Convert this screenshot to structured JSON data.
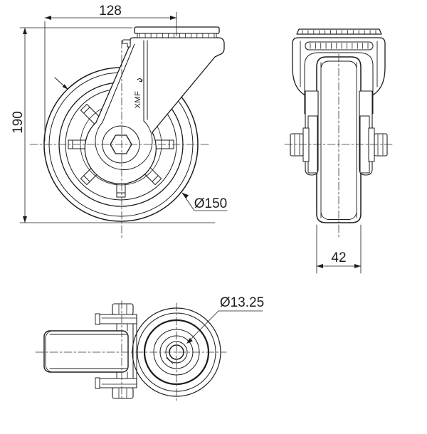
{
  "drawing": {
    "ink": "#1c1c1c",
    "background": "#ffffff",
    "logo": "XMF",
    "dimensions": {
      "top_width": "128",
      "overall_height": "190",
      "wheel_diameter": "Ø150",
      "wheel_width": "42",
      "bolt_hole_diameter": "Ø13.25"
    }
  }
}
